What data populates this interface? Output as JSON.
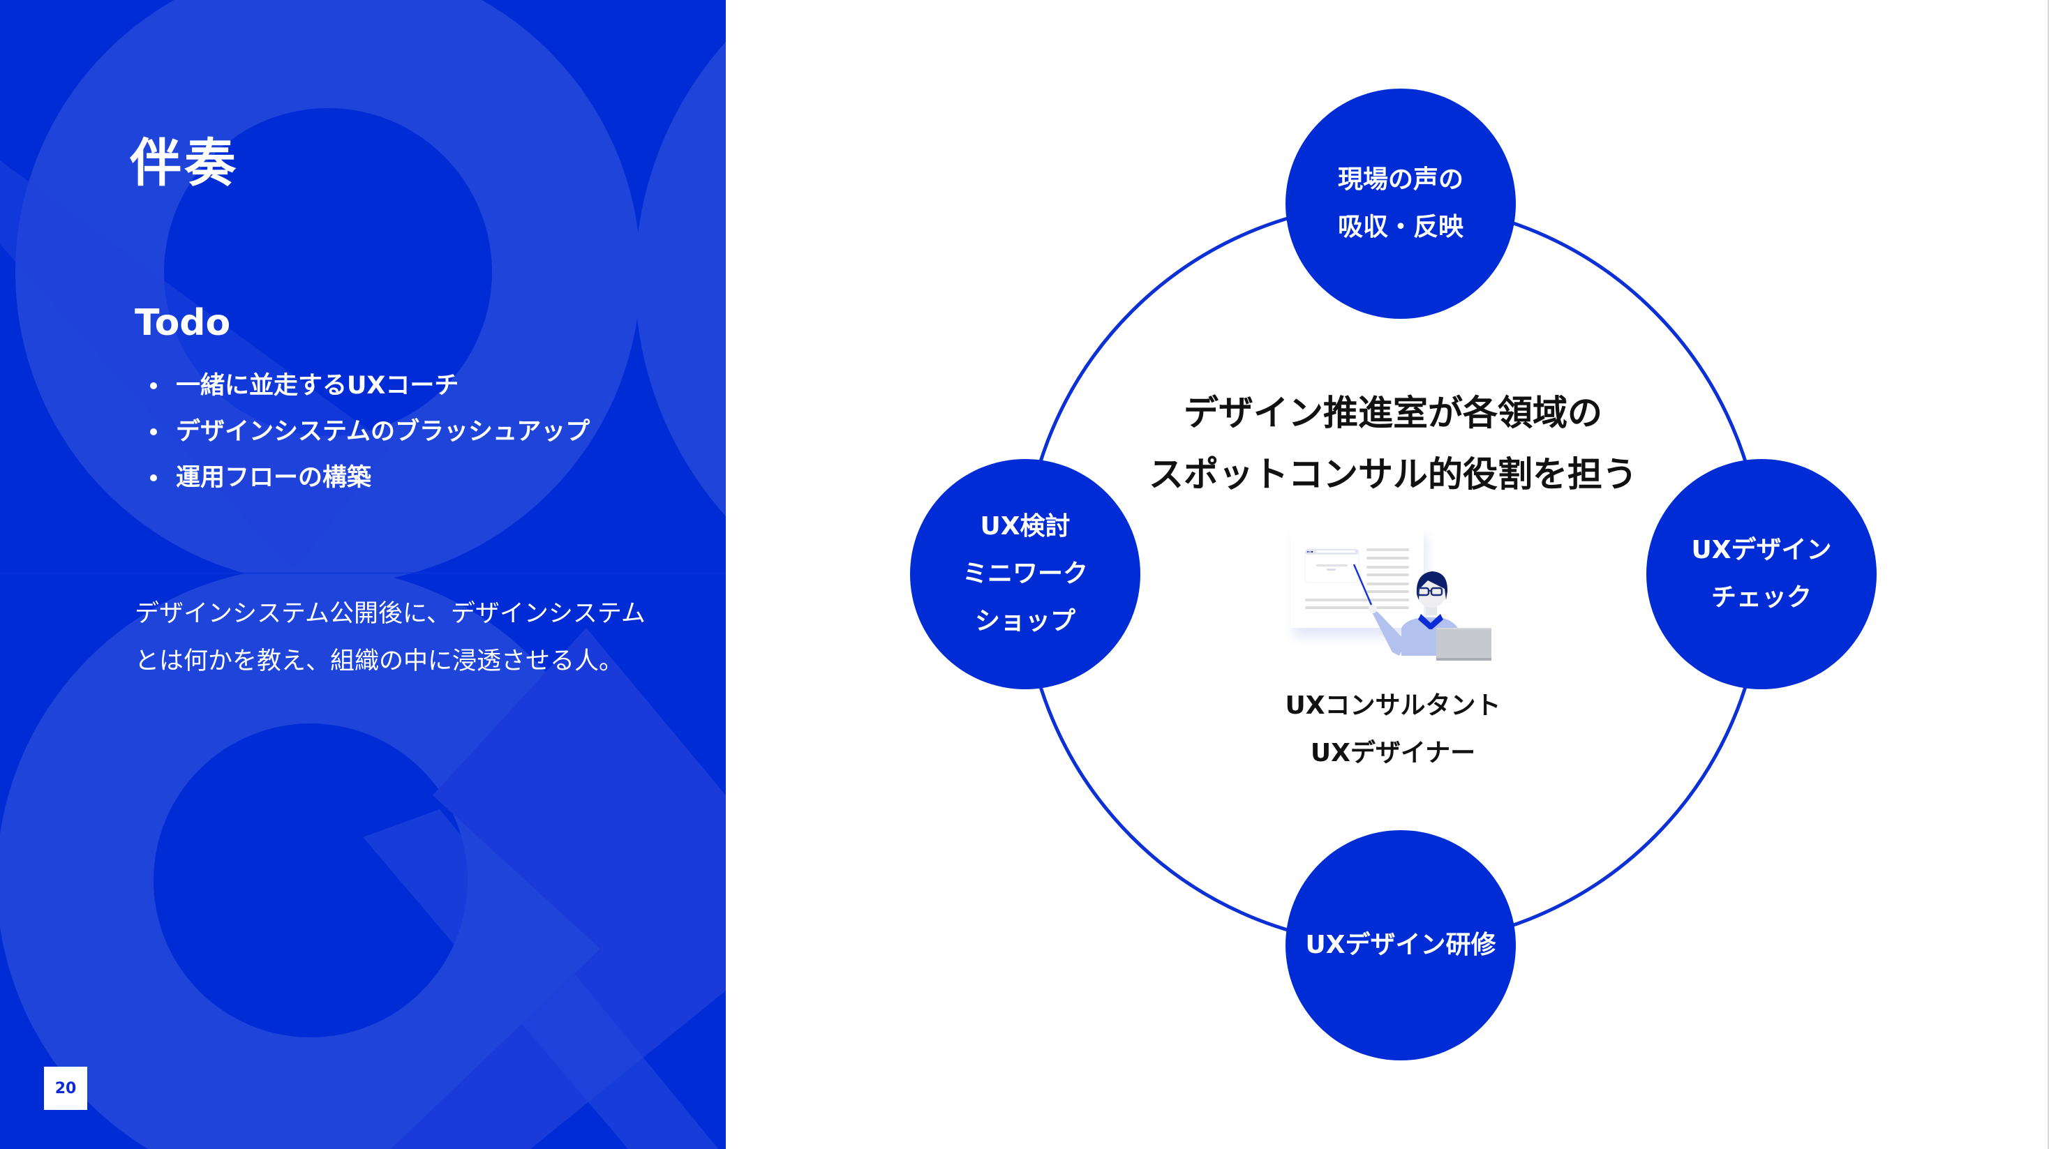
{
  "colors": {
    "brand_blue": "#002CD6",
    "brand_blue_light": "#1F44DA",
    "text_dark": "#111111",
    "text_light": "#FFFFFF"
  },
  "left": {
    "title": "伴奏",
    "todo_heading": "Todo",
    "todo_items": [
      "一緒に並走するUXコーチ",
      "デザインシステムのブラッシュアップ",
      "運用フローの構築"
    ],
    "description_lines": [
      "デザインシステム公開後に、デザインシステム",
      "とは何かを教え、組織の中に浸透させる人。"
    ],
    "page_number": "20"
  },
  "diagram": {
    "center_title_lines": [
      "デザイン推進室が各領域の",
      "スポットコンサル的役割を担う"
    ],
    "illustration": "presenter-with-board-icon",
    "roles": [
      "UXコンサルタント",
      "UXデザイナー"
    ],
    "nodes": {
      "top": {
        "lines": [
          "現場の声の",
          "吸収・反映"
        ]
      },
      "left": {
        "lines": [
          "UX検討",
          "ミニワーク",
          "ショップ"
        ]
      },
      "right": {
        "lines": [
          "UXデザイン",
          "チェック"
        ]
      },
      "bottom": {
        "lines": [
          "UXデザイン研修"
        ]
      }
    }
  }
}
